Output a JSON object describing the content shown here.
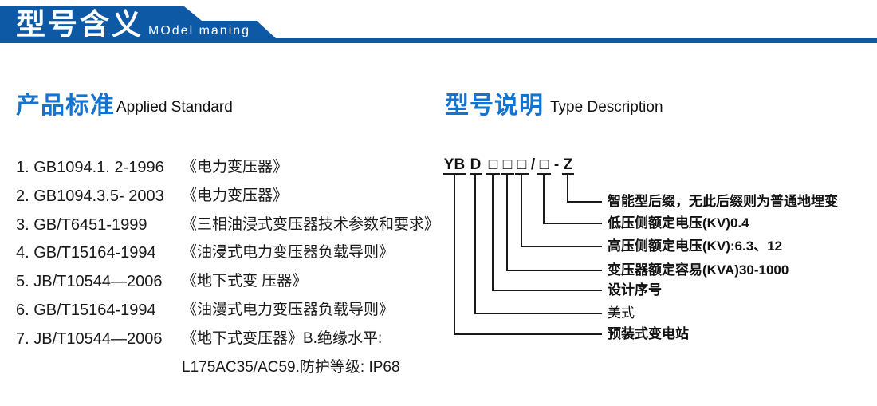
{
  "banner": {
    "title": "型号含义",
    "subtitle": "MOdel maning"
  },
  "sections": {
    "left": {
      "title_zh": "产品标准",
      "title_en": "Applied Standard"
    },
    "right": {
      "title_zh": "型号说明",
      "title_en": "Type Description"
    }
  },
  "standards": {
    "items": [
      {
        "code": "1. GB1094.1. 2-1996",
        "title": "《电力变压器》"
      },
      {
        "code": "2. GB1094.3.5- 2003",
        "title": "《电力变压器》"
      },
      {
        "code": "3. GB/T6451-1999",
        "title": "《三相油浸式变压器技术参数和要求》"
      },
      {
        "code": "4. GB/T15164-1994",
        "title": "《油浸式电力变压器负载导则》"
      },
      {
        "code": "5. JB/T10544—2006",
        "title": "《地下式变 压器》"
      },
      {
        "code": "6. GB/T15164-1994",
        "title": "《油漫式电力变压器负载导则》"
      },
      {
        "code": "7. JB/T10544—2006",
        "title": "《地下式变压器》B.绝缘水平:"
      },
      {
        "code": "",
        "title": "L175AC35/AC59.防护等级: IP68"
      }
    ]
  },
  "type_desc": {
    "code_tokens": [
      "YB",
      "D",
      "□",
      "□",
      "□",
      "/",
      "□",
      "-",
      "Z"
    ],
    "labels": [
      "智能型后缀，无此后缀则为普通地埋变",
      "低压侧额定电压(KV)0.4",
      "高压侧额定电压(KV):6.3、12",
      "变压器额定容易(KVA)30-1000",
      "设计序号",
      "美式",
      "预装式变电站"
    ]
  },
  "colors": {
    "banner_blue": "#0d59a5",
    "heading_blue": "#1373d0",
    "line_black": "#1a1a1a"
  }
}
